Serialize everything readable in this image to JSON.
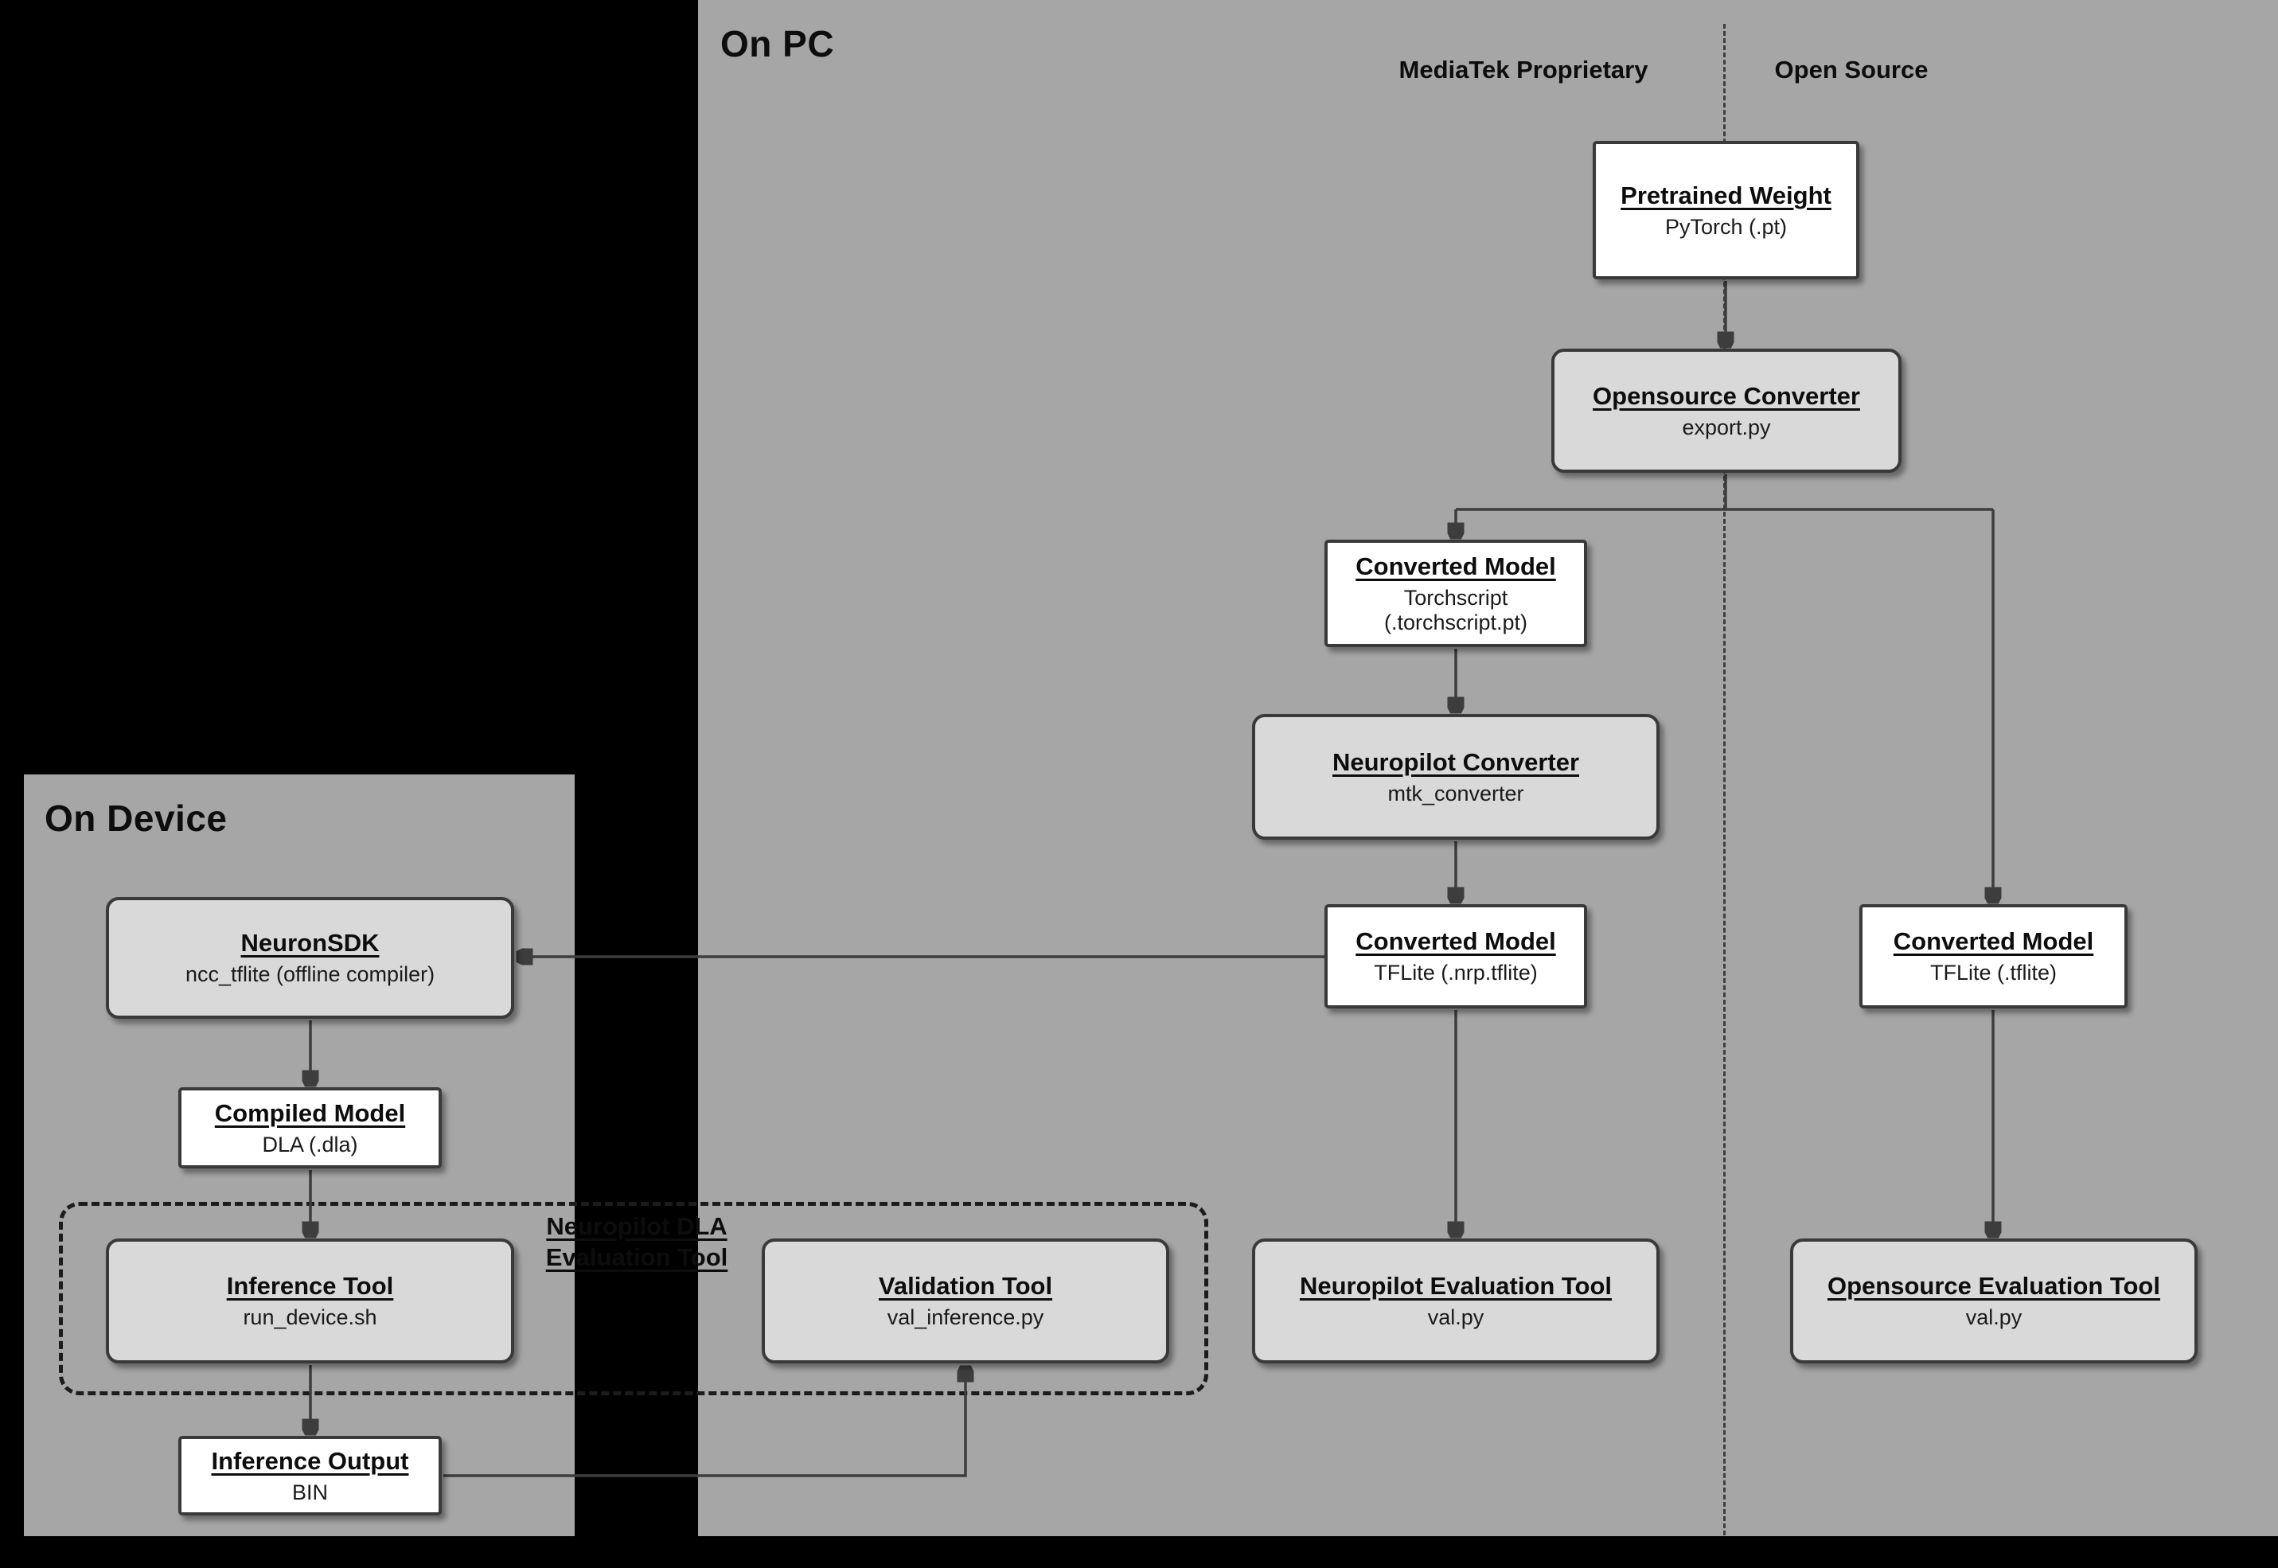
{
  "panels": {
    "on_pc": {
      "title": "On PC"
    },
    "on_device": {
      "title": "On Device"
    }
  },
  "lanes": {
    "proprietary": "MediaTek Proprietary",
    "open_source": "Open Source"
  },
  "nodes": {
    "pretrained_weight": {
      "title": "Pretrained Weight",
      "subtitle": "PyTorch (.pt)"
    },
    "opensource_converter": {
      "title": "Opensource Converter",
      "subtitle": "export.py"
    },
    "converted_model_torchscript": {
      "title": "Converted Model",
      "subtitle": "Torchscript (.torchscript.pt)"
    },
    "neuropilot_converter": {
      "title": "Neuropilot Converter",
      "subtitle": "mtk_converter"
    },
    "converted_model_nrp_tflite": {
      "title": "Converted Model",
      "subtitle": "TFLite (.nrp.tflite)"
    },
    "converted_model_tflite": {
      "title": "Converted Model",
      "subtitle": "TFLite (.tflite)"
    },
    "neuropilot_evaluation_tool": {
      "title": "Neuropilot Evaluation Tool",
      "subtitle": "val.py"
    },
    "opensource_evaluation_tool": {
      "title": "Opensource Evaluation Tool",
      "subtitle": "val.py"
    },
    "neuron_sdk": {
      "title": "NeuronSDK",
      "subtitle": "ncc_tflite (offline compiler)"
    },
    "compiled_model": {
      "title": "Compiled Model",
      "subtitle": "DLA (.dla)"
    },
    "inference_tool": {
      "title": "Inference Tool",
      "subtitle": "run_device.sh"
    },
    "validation_tool": {
      "title": "Validation Tool",
      "subtitle": "val_inference.py"
    },
    "inference_output": {
      "title": "Inference Output",
      "subtitle": "BIN"
    }
  },
  "groups": {
    "neuropilot_dla_evaluation_tool": {
      "label_line1": "Neuropilot DLA",
      "label_line2": "Evaluation Tool"
    }
  },
  "colors": {
    "background": "#000000",
    "panel_gray": "#a6a6a6",
    "node_white": "#ffffff",
    "node_gray": "#d9d9d9",
    "border": "#3a3a3a",
    "arrow": "#3d3d3d"
  }
}
